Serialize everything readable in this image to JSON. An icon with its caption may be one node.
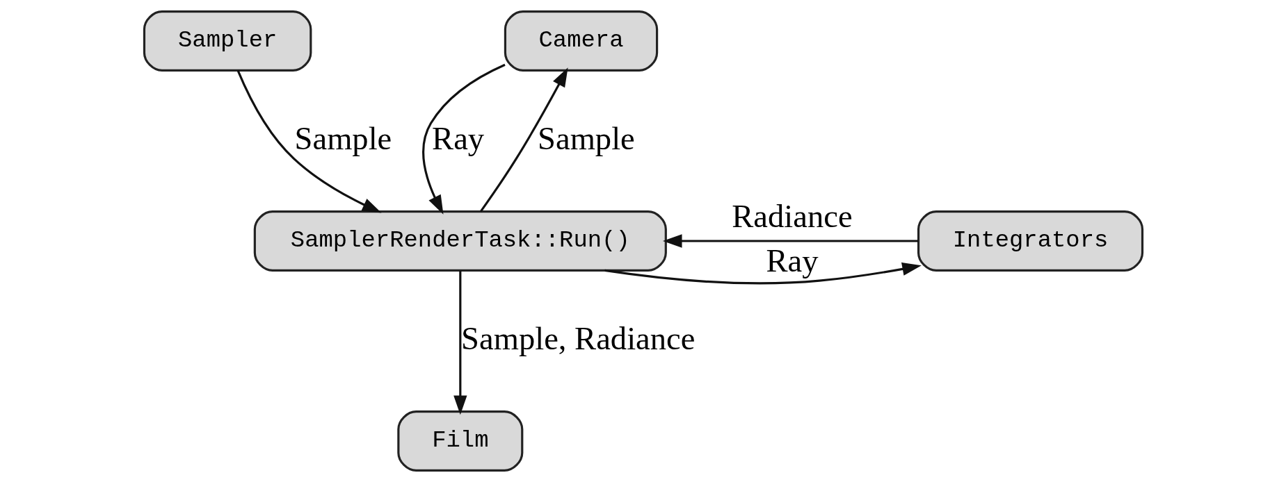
{
  "diagram": {
    "nodes": [
      {
        "text": [
          "Sampler"
        ]
      },
      {
        "text": [
          "Camera"
        ]
      },
      {
        "text": [
          "SamplerRenderTask::Run()"
        ]
      },
      {
        "text": [
          "Integrators"
        ]
      },
      {
        "text": [
          "Film"
        ]
      }
    ],
    "edges": [
      {
        "from": 0,
        "to": 2,
        "arrow": "to",
        "label": "Sample"
      },
      {
        "from": 2,
        "to": 1,
        "arrow": "to",
        "label": "Sample"
      },
      {
        "from": 1,
        "to": 2,
        "arrow": "to",
        "label": "Ray"
      },
      {
        "from": 2,
        "to": 3,
        "arrow": "to",
        "label": "Ray"
      },
      {
        "from": 3,
        "to": 2,
        "arrow": "to",
        "label": "Radiance"
      },
      {
        "from": 2,
        "to": 4,
        "arrow": "to",
        "label": "Sample, Radiance"
      }
    ]
  }
}
